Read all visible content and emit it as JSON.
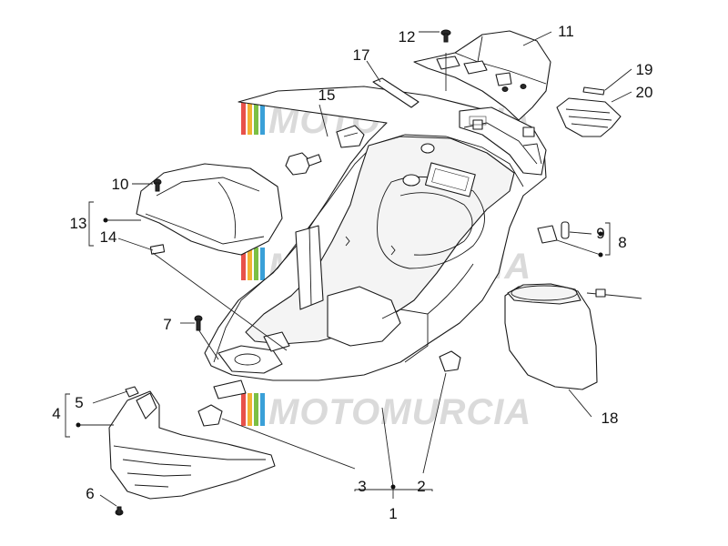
{
  "watermark": {
    "text": "MOTOMURCIA",
    "stripe_colors": [
      "#e8514a",
      "#f2b233",
      "#7cc043",
      "#3aa0d8"
    ]
  },
  "callouts": [
    "1",
    "2",
    "3",
    "4",
    "5",
    "6",
    "7",
    "8",
    "9",
    "10",
    "11",
    "12",
    "13",
    "14",
    "15",
    "17",
    "18",
    "19",
    "20"
  ]
}
